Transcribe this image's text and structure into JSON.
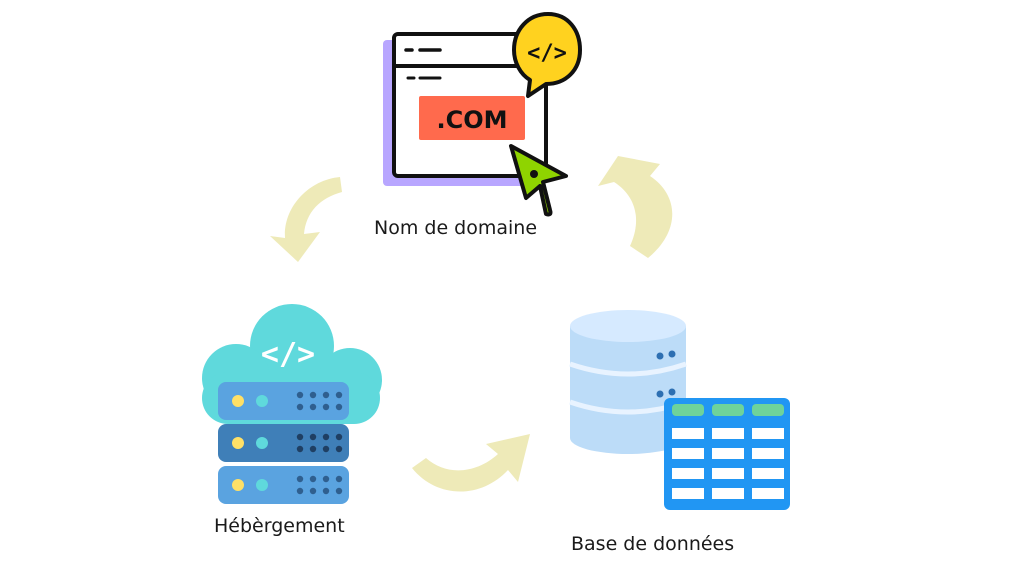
{
  "nodes": {
    "domain": {
      "label": "Nom de domaine",
      "badge": ".COM",
      "code_tag": "</>"
    },
    "hosting": {
      "label": "Hébèrgement",
      "code_tag": "</>"
    },
    "database": {
      "label": "Base de données"
    }
  },
  "icons": {
    "domain": "browser-window-icon",
    "code": "code-bubble-icon",
    "cursor": "cursor-pointer-icon",
    "hosting": "cloud-server-icon",
    "database": "database-table-icon",
    "arrow": "curved-arrow-icon"
  },
  "colors": {
    "arrow": "#eeeab8",
    "window_purple": "#b8a6ff",
    "badge_red": "#ff6a4d",
    "bubble_yellow": "#ffd21f",
    "cursor_green": "#8fd400",
    "cloud_cyan": "#5fd9dc",
    "server_blue": "#4c8fd0",
    "db_light_blue": "#bcdcf8",
    "table_blue": "#2196f3",
    "table_green": "#6ed39a"
  }
}
